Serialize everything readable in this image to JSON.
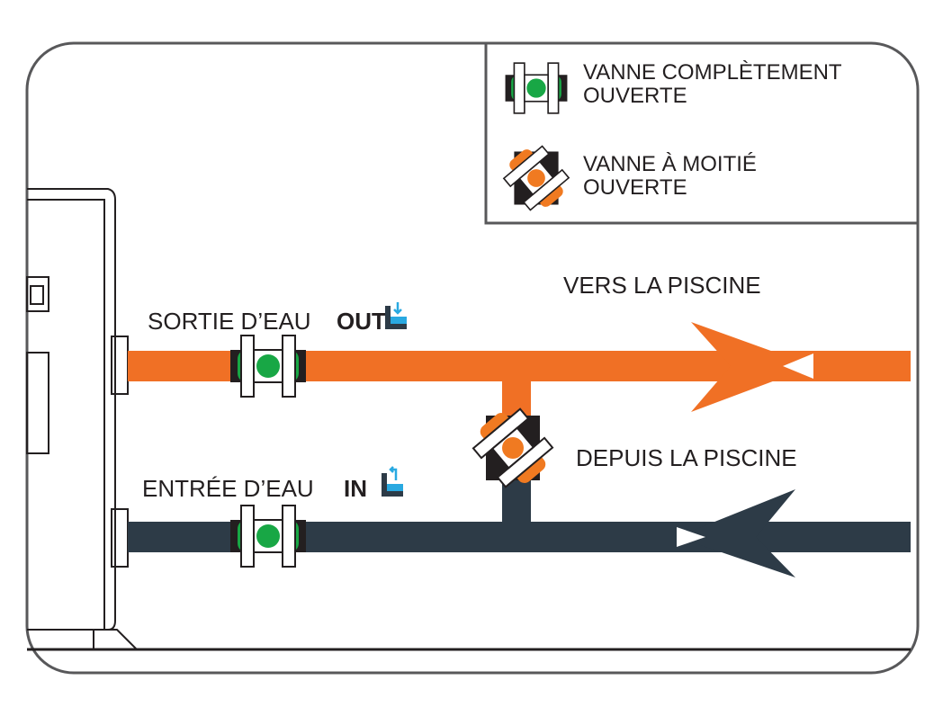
{
  "legend": {
    "full_open_line1": "VANNE COMPLÈTEMENT",
    "full_open_line2": "OUVERTE",
    "half_open_line1": "VANNE À MOITIÉ",
    "half_open_line2": "OUVERTE"
  },
  "labels": {
    "to_pool": "VERS LA PISCINE",
    "from_pool": "DEPUIS LA PISCINE",
    "water_out": "SORTIE D’EAU",
    "out_tag": "OUT",
    "water_in": "ENTRÉE D’EAU",
    "in_tag": "IN"
  },
  "colors": {
    "hot_pipe": "#f07025",
    "cold_pipe": "#2d3b47",
    "valve_green": "#18a745",
    "valve_orange": "#f07a21",
    "water_icon_blue": "#29a9e1",
    "frame": "#58585a"
  }
}
